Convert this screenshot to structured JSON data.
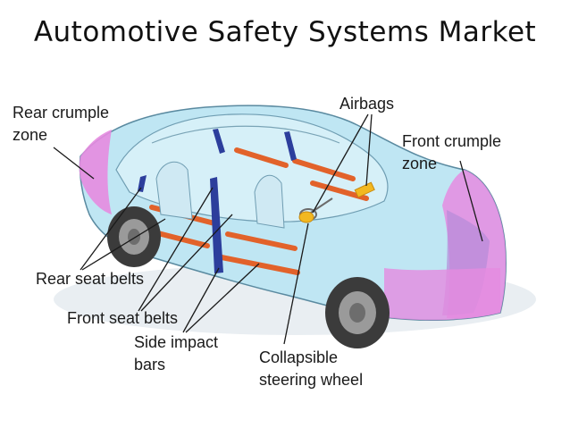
{
  "title": "Automotive Safety Systems Market",
  "labels": {
    "rear_crumple_zone": [
      "Rear crumple",
      "zone"
    ],
    "airbags": "Airbags",
    "front_crumple_zone": [
      "Front crumple",
      "zone"
    ],
    "rear_seat_belts": "Rear seat belts",
    "front_seat_belts": "Front seat belts",
    "side_impact_bars": [
      "Side impact",
      "bars"
    ],
    "collapsible_steering_wheel": [
      "Collapsible",
      "steering wheel"
    ]
  },
  "colors": {
    "body": "#bfe6f3",
    "body_stroke": "#5a8aa0",
    "crumple_zone": "#e58be0",
    "crumple_zone_dark": "#b58ad8",
    "side_impact_bar": "#e2622a",
    "seat_belt": "#2c3e9c",
    "airbag": "#f2b820",
    "tire": "#3b3b3b"
  }
}
